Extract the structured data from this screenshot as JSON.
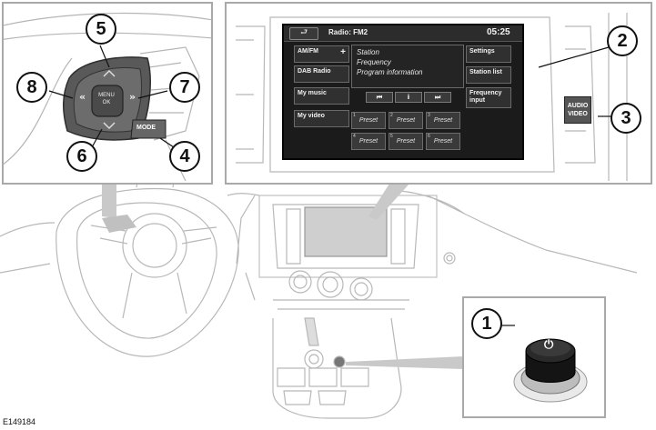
{
  "figure_id": "E149184",
  "callouts": {
    "c1": "1",
    "c2": "2",
    "c3": "3",
    "c4": "4",
    "c5": "5",
    "c6": "6",
    "c7": "7",
    "c8": "8"
  },
  "wheel_controls": {
    "menu_line1": "MENU",
    "menu_line2": "OK",
    "mode_label": "MODE"
  },
  "screen": {
    "title": "Radio: FM2",
    "time": "05:25",
    "sources": [
      "AM/FM",
      "DAB Radio",
      "My music",
      "My video"
    ],
    "am_fm_plus": "+",
    "info_lines": [
      "Station",
      "Frequency",
      "Program information"
    ],
    "controls": [
      "⏮",
      "ⅰ",
      "⏭"
    ],
    "right_buttons": [
      "Settings",
      "Station list",
      "Frequency input"
    ],
    "presets": [
      {
        "num": "1",
        "label": "Preset"
      },
      {
        "num": "2",
        "label": "Preset"
      },
      {
        "num": "3",
        "label": "Preset"
      },
      {
        "num": "4",
        "label": "Preset"
      },
      {
        "num": "5",
        "label": "Preset"
      },
      {
        "num": "6",
        "label": "Preset"
      }
    ]
  },
  "audio_video_button": {
    "line1": "AUDIO",
    "line2": "VIDEO"
  },
  "colors": {
    "panel_border": "#a9a9a9",
    "screen_bg": "#1b1b1b",
    "button_bg": "#303030",
    "mode_button": "#5a5a5a",
    "power_knob": "#111111"
  }
}
